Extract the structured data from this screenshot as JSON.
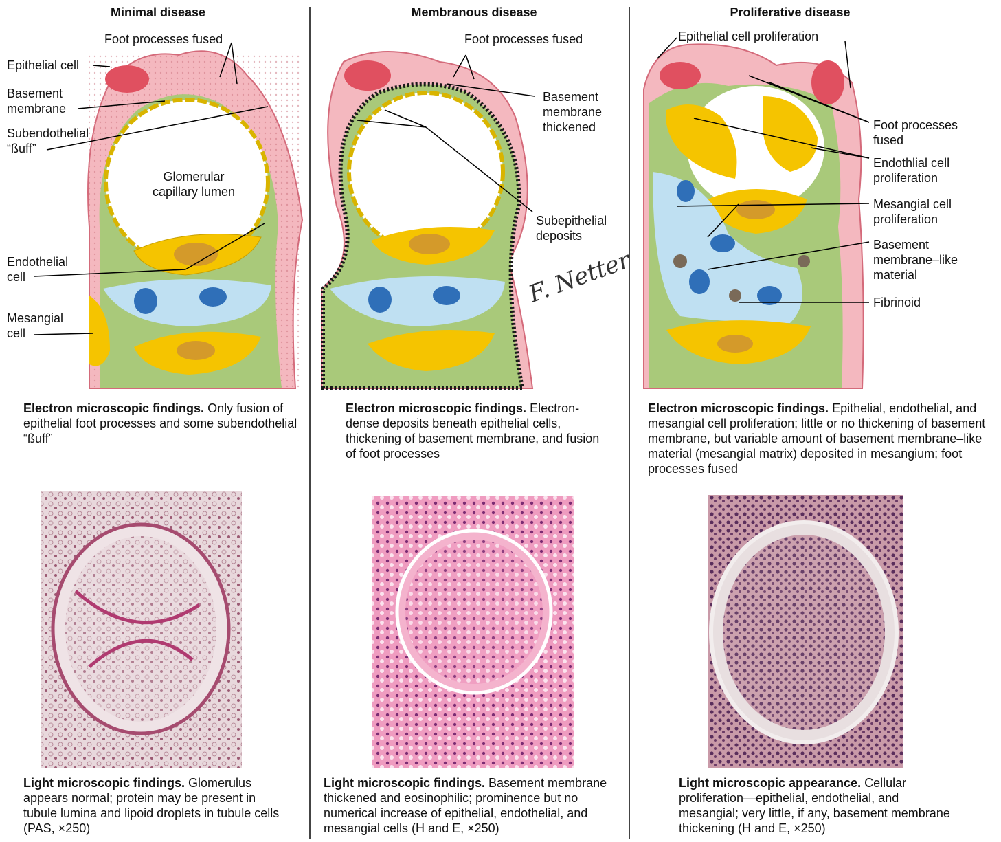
{
  "columns": [
    {
      "title": "Minimal disease",
      "labels": {
        "foot": "Foot processes fused",
        "epi": "Epithelial cell",
        "bm": "Basement\nmembrane",
        "sub": "Subendothelial\n“ßuff”",
        "lumen": "Glomerular\ncapillary lumen",
        "endo": "Endothelial\ncell",
        "mes": "Mesangial\ncell"
      },
      "em_caption": {
        "head": "Electron microscopic findings.",
        "text": " Only fusion of epithelial foot processes and some subendothelial “ßuff”"
      },
      "lm_caption": {
        "head": "Light microscopic findings.",
        "text": " Glomerulus appears normal; protein may be present in tubule lumina and lipoid droplets in tubule cells (PAS, ×250)"
      }
    },
    {
      "title": "Membranous disease",
      "labels": {
        "foot": "Foot processes fused",
        "bm": "Basement\nmembrane\nthickened",
        "sub": "Subepithelial\ndeposits"
      },
      "em_caption": {
        "head": "Electron microscopic findings.",
        "text": " Electron-dense deposits beneath epithelial cells, thickening of basement membrane, and fusion of foot processes"
      },
      "lm_caption": {
        "head": "Light microscopic findings.",
        "text": " Basement membrane thickened and eosinophilic; prominence but no numerical increase of epithelial, endothelial, and mesangial cells (H and E, ×250)"
      }
    },
    {
      "title": "Proliferative disease",
      "labels": {
        "epi": "Epithelial cell proliferation",
        "foot": "Foot processes\nfused",
        "endo": "Endothlial cell\nproliferation",
        "mes": "Mesangial cell\nproliferation",
        "bml": "Basement\nmembrane–like\nmaterial",
        "fib": "Fibrinoid"
      },
      "em_caption": {
        "head": "Electron microscopic findings.",
        "text": " Epithelial, endothelial, and mesangial cell proliferation; little or no thickening of basement membrane, but variable amount of basement membrane–like material (mesangial matrix) deposited in mesangium; foot processes fused"
      },
      "lm_caption": {
        "head": "Light microscopic appearance.",
        "text": " Cellular proliferation—epithelial, endothelial, and mesangial; very little, if any, basement membrane thickening (H and E, ×250)"
      }
    }
  ],
  "colors": {
    "epithelium": "#f4b8bf",
    "basement": "#a9c97a",
    "endothelium": "#f5c400",
    "mesangium": "#bfe0f2",
    "nucleus": "#2f6fb8",
    "deposit": "#1a1a1a"
  }
}
